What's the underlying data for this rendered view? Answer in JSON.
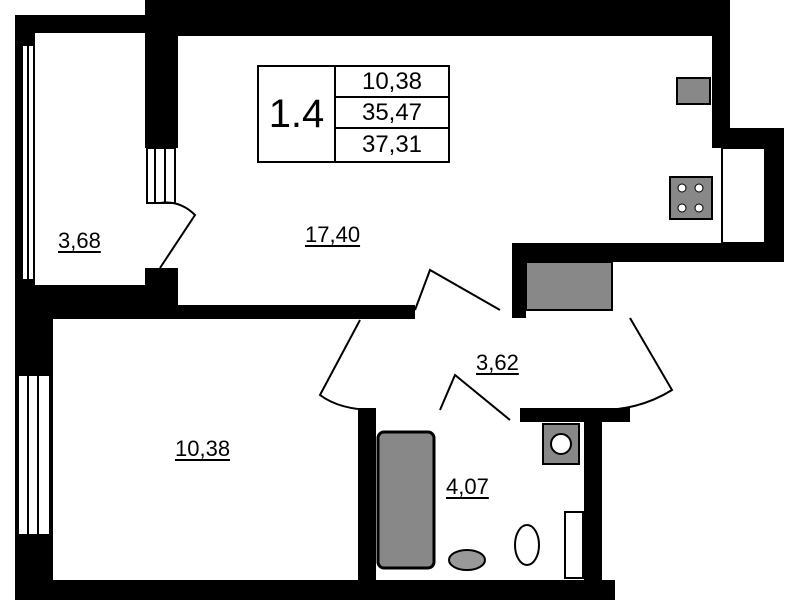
{
  "apartment": {
    "number": "1.4",
    "living_area": "10,38",
    "total_area": "35,47",
    "total_area_with_balcony": "37,31"
  },
  "rooms": {
    "balcony": "3,68",
    "living_kitchen": "17,40",
    "bedroom": "10,38",
    "hallway": "3,62",
    "bathroom": "4,07"
  },
  "colors": {
    "wall": "#000000",
    "fixture": "#7a7a7a"
  }
}
